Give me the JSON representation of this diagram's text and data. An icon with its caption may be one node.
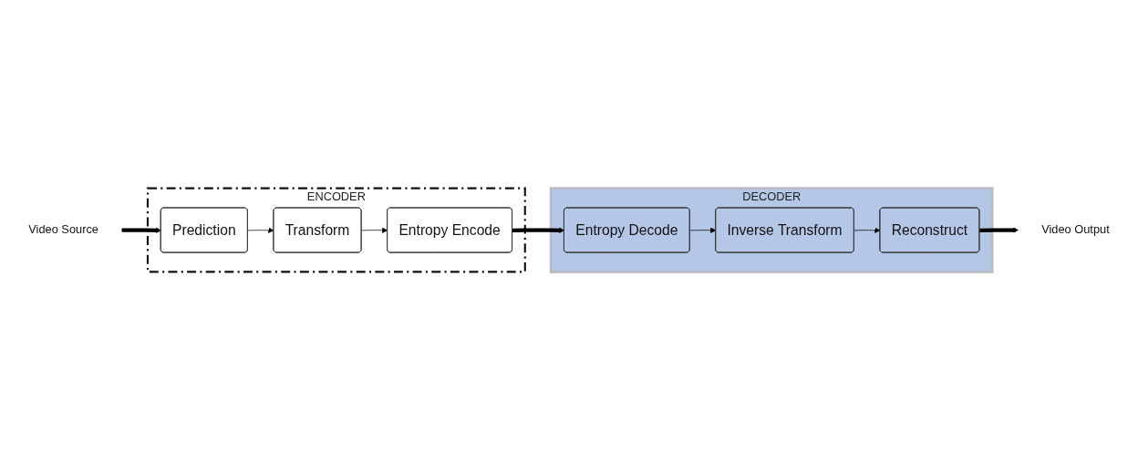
{
  "diagram": {
    "nodes": [
      {
        "text": [
          "ENCODER"
        ]
      },
      {
        "text": [
          "Prediction"
        ],
        "in": 0
      },
      {
        "text": [
          "Transform"
        ],
        "in": 0
      },
      {
        "text": [
          "Entropy Encode"
        ],
        "in": 0
      },
      {
        "text": [
          "DECODER"
        ]
      },
      {
        "text": [
          "Entropy Decode"
        ],
        "in": 4
      },
      {
        "text": [
          "Inverse Transform"
        ],
        "in": 4
      },
      {
        "text": [
          "Reconstruct"
        ],
        "in": 4
      },
      {
        "text": [
          "Video Source"
        ]
      },
      {
        "text": [
          "Video Output"
        ]
      }
    ],
    "edges": [
      {
        "from": 8,
        "to": 1,
        "arrow": "to",
        "style": "thick"
      },
      {
        "from": 1,
        "to": 2,
        "arrow": "to"
      },
      {
        "from": 2,
        "to": 3,
        "arrow": "to"
      },
      {
        "from": 3,
        "to": 5,
        "arrow": "to",
        "style": "thick"
      },
      {
        "from": 5,
        "to": 6,
        "arrow": "to"
      },
      {
        "from": 6,
        "to": 7,
        "arrow": "to"
      },
      {
        "from": 7,
        "to": 9,
        "arrow": "to",
        "style": "thick"
      }
    ]
  }
}
